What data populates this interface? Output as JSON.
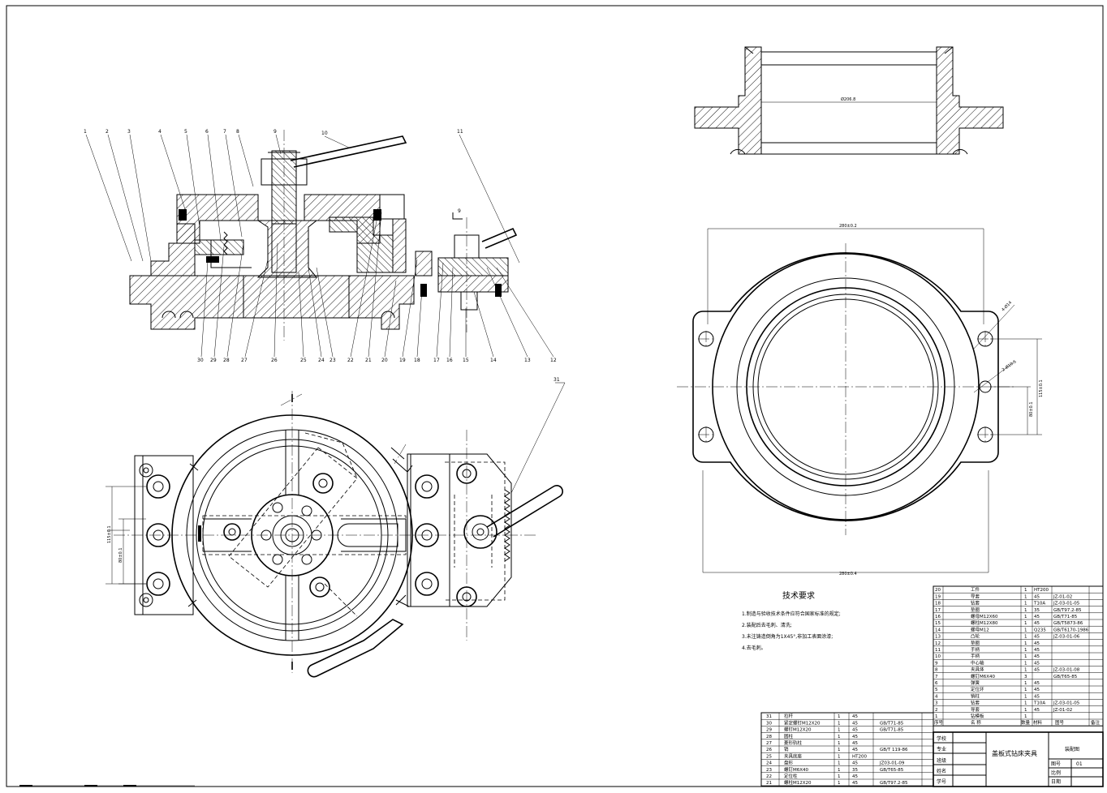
{
  "tech_requirements": {
    "title": "技术要求",
    "items": [
      "1.制造与验收技术条件应符合国家标准的规定;",
      "2.装配后去毛刺、清洗;",
      "3.未注铸造倒角为1X45°,非加工表面涂漆;",
      "4.去毛刺。"
    ]
  },
  "callouts_top": [
    "1",
    "2",
    "3",
    "4",
    "5",
    "6",
    "7",
    "8",
    "9",
    "10",
    "11"
  ],
  "callouts_bottom": [
    "30",
    "29",
    "28",
    "27",
    "26",
    "25",
    "24",
    "23",
    "22",
    "21",
    "20",
    "19",
    "18",
    "17",
    "16",
    "15",
    "14",
    "13",
    "12"
  ],
  "callout_plan": "31",
  "section_mark": "9",
  "dimensions": {
    "bore_dia": "Ø206.8",
    "flange_width": "280±0.2",
    "flange_height": "280±0.4",
    "hole_spacing_v": "115±0.1",
    "hole_spacing_v2": "80±0.1",
    "hole_dia": "4-Ø14",
    "hole_dia2": "2-Ø10.5",
    "plan_spacing_1": "115±0.1",
    "plan_spacing_2": "80±0.1"
  },
  "bom_right": {
    "rows": [
      {
        "no": "20",
        "name": "工件",
        "qty": "1",
        "mat": "HT200",
        "code": "",
        "note": ""
      },
      {
        "no": "19",
        "name": "导套",
        "qty": "1",
        "mat": "45",
        "code": "JZ-01-02",
        "note": ""
      },
      {
        "no": "18",
        "name": "钻套",
        "qty": "1",
        "mat": "T10A",
        "code": "JZ-03-01-05",
        "note": ""
      },
      {
        "no": "17",
        "name": "垫圈",
        "qty": "1",
        "mat": "35",
        "code": "GB/T97.2-85",
        "note": ""
      },
      {
        "no": "16",
        "name": "螺母M12X60",
        "qty": "1",
        "mat": "45",
        "code": "GB/T71-85",
        "note": ""
      },
      {
        "no": "15",
        "name": "螺柱M12X80",
        "qty": "1",
        "mat": "45",
        "code": "GB/T5873-86",
        "note": ""
      },
      {
        "no": "14",
        "name": "螺母M12",
        "qty": "1",
        "mat": "Q235",
        "code": "GB/T6170-1986",
        "note": ""
      },
      {
        "no": "13",
        "name": "凸轮",
        "qty": "1",
        "mat": "45",
        "code": "JZ-03-01-06",
        "note": ""
      },
      {
        "no": "12",
        "name": "垫圈",
        "qty": "1",
        "mat": "45",
        "code": "",
        "note": ""
      },
      {
        "no": "11",
        "name": "手柄",
        "qty": "1",
        "mat": "45",
        "code": "",
        "note": ""
      },
      {
        "no": "10",
        "name": "手柄",
        "qty": "1",
        "mat": "45",
        "code": "",
        "note": ""
      },
      {
        "no": "9",
        "name": "中心轴",
        "qty": "1",
        "mat": "45",
        "code": "",
        "note": ""
      },
      {
        "no": "8",
        "name": "夹具体",
        "qty": "1",
        "mat": "45",
        "code": "JZ-03-01-08",
        "note": ""
      },
      {
        "no": "7",
        "name": "螺钉M6X40",
        "qty": "3",
        "mat": "",
        "code": "GB/T65-85",
        "note": ""
      },
      {
        "no": "6",
        "name": "弹簧",
        "qty": "1",
        "mat": "45",
        "code": "",
        "note": ""
      },
      {
        "no": "5",
        "name": "定位环",
        "qty": "1",
        "mat": "45",
        "code": "",
        "note": ""
      },
      {
        "no": "4",
        "name": "销柱",
        "qty": "1",
        "mat": "45",
        "code": "",
        "note": ""
      },
      {
        "no": "3",
        "name": "钻套",
        "qty": "1",
        "mat": "T10A",
        "code": "JZ-03-01-05",
        "note": ""
      },
      {
        "no": "2",
        "name": "导套",
        "qty": "1",
        "mat": "45",
        "code": "JZ-01-02",
        "note": ""
      },
      {
        "no": "1",
        "name": "钻模板",
        "qty": "1",
        "mat": "",
        "code": "",
        "note": ""
      }
    ],
    "header": {
      "no": "序号",
      "name": "名  称",
      "qty": "数量",
      "mat": "材料",
      "code": "图号",
      "note": "备注"
    }
  },
  "bom_left": {
    "rows": [
      {
        "no": "31",
        "name": "拉杆",
        "qty": "1",
        "mat": "45",
        "code": ""
      },
      {
        "no": "30",
        "name": "紧定螺钉M12X20",
        "qty": "1",
        "mat": "45",
        "code": "GB/T71-85"
      },
      {
        "no": "29",
        "name": "螺钉M12X20",
        "qty": "1",
        "mat": "45",
        "code": "GB/T71-85"
      },
      {
        "no": "28",
        "name": "圆柱",
        "qty": "1",
        "mat": "45",
        "code": ""
      },
      {
        "no": "27",
        "name": "菱形轨柱",
        "qty": "1",
        "mat": "45",
        "code": ""
      },
      {
        "no": "26",
        "name": "销",
        "qty": "1",
        "mat": "45",
        "code": "GB/T 119-86"
      },
      {
        "no": "25",
        "name": "夹具底座",
        "qty": "1",
        "mat": "HT200",
        "code": ""
      },
      {
        "no": "24",
        "name": "盘形",
        "qty": "1",
        "mat": "45",
        "code": "JZ03-01-09"
      },
      {
        "no": "23",
        "name": "螺钉M6X40",
        "qty": "1",
        "mat": "35",
        "code": "GB/T65-85"
      },
      {
        "no": "22",
        "name": "定位柱",
        "qty": "1",
        "mat": "45",
        "code": ""
      },
      {
        "no": "21",
        "name": "螺柱M12X20",
        "qty": "1",
        "mat": "45",
        "code": "GB/T97.2-85"
      }
    ]
  },
  "title_block": {
    "school": "学校",
    "major": "专业",
    "class": "班级",
    "student": "姓名",
    "student_no": "学号",
    "drawing_title": "盖板式钻床夹具",
    "drawing_type": "装配图",
    "drawing_no_label": "图号",
    "drawing_no": "01",
    "scale_label": "比例",
    "date_label": "日期"
  }
}
